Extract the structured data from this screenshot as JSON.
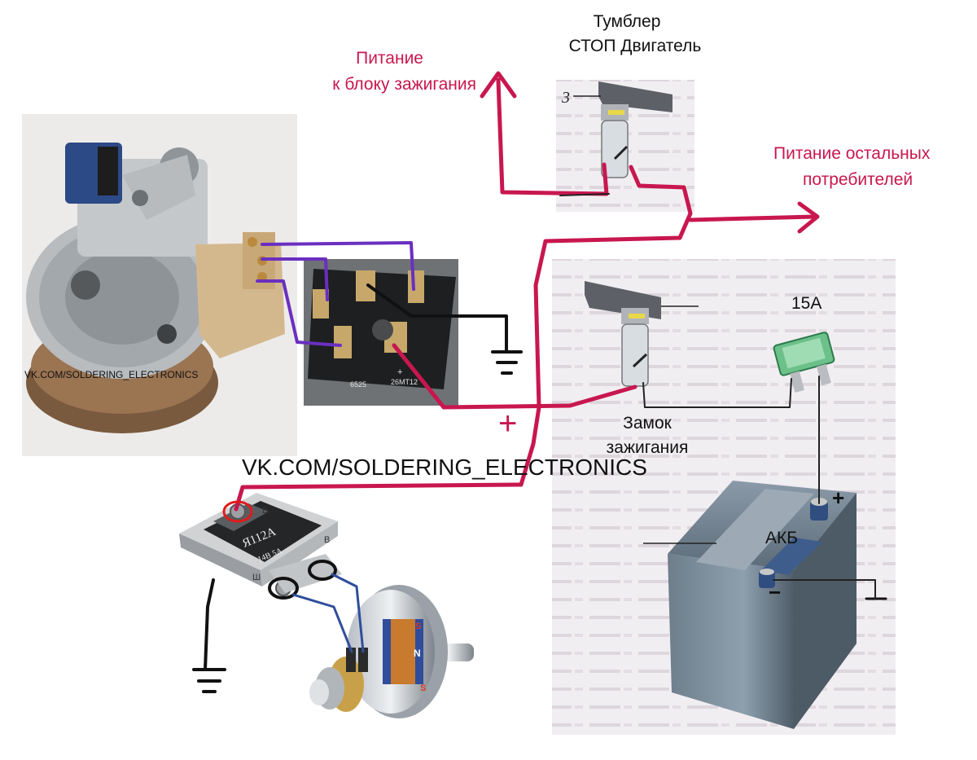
{
  "labels": {
    "power_ignition_1": "Питание",
    "power_ignition_2": "к блоку зажигания",
    "stop_switch_1": "Тумблер",
    "stop_switch_2": "СТОП Двигатель",
    "power_consumers_1": "Питание остальных",
    "power_consumers_2": "потребителей",
    "fuse": "15А",
    "ignition_lock_1": "Замок",
    "ignition_lock_2": "зажигания",
    "battery": "АКБ",
    "plus_big": "+",
    "battery_plus": "+",
    "battery_minus": "−",
    "switch_mark": "3"
  },
  "watermarks": {
    "small": "VK.COM/SOLDERING_ELECTRONICS",
    "large": "VK.COM/SOLDERING_ELECTRONICS"
  },
  "components": {
    "rectifier_code_1": "6525",
    "rectifier_code_2": "26MT12",
    "rectifier_plus": "+",
    "regulator_model": "Я112А",
    "regulator_spec": "14В  5А",
    "regulator_b1": "В",
    "regulator_b2": "В",
    "regulator_sh": "Ш",
    "rotor_n": "N",
    "rotor_s1": "S",
    "rotor_s2": "S"
  },
  "colors": {
    "wire_red": "#c8174f",
    "wire_purple": "#6a2fc0",
    "wire_black": "#111111",
    "label_red": "#c8174f"
  }
}
